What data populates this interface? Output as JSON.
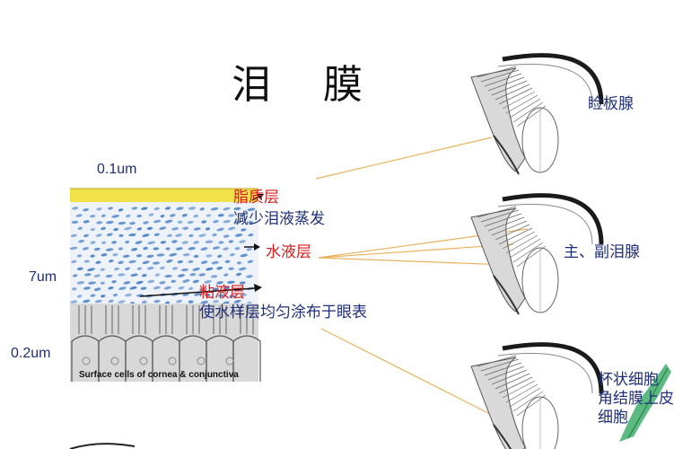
{
  "title": "泪 膜",
  "measurements": {
    "lipid_thickness": "0.1um",
    "aqueous_thickness": "7um",
    "mucin_thickness": "0.2um"
  },
  "layers": {
    "lipid": {
      "name": "脂质层",
      "description": "减少泪液蒸发"
    },
    "aqueous": {
      "name": "水液层"
    },
    "mucin": {
      "name": "粘液层",
      "description": "使水样层均匀涂布于眼表"
    }
  },
  "illustration_caption": "Surface cells of cornea & conjunctiva",
  "glands": {
    "meibomian": "睑板腺",
    "lacrimal": "主、副泪腺",
    "goblet_line1": "杯状细胞",
    "goblet_line2": "角结膜上皮",
    "goblet_line3": "细胞"
  },
  "colors": {
    "lipid_band": "#f2e24a",
    "aqueous_dashes": "#4a7fc4",
    "layer_name": "#d81d1d",
    "label_text": "#1f2f7a",
    "connector": "#e9b25a",
    "goblet_accent": "#3fae6a"
  }
}
